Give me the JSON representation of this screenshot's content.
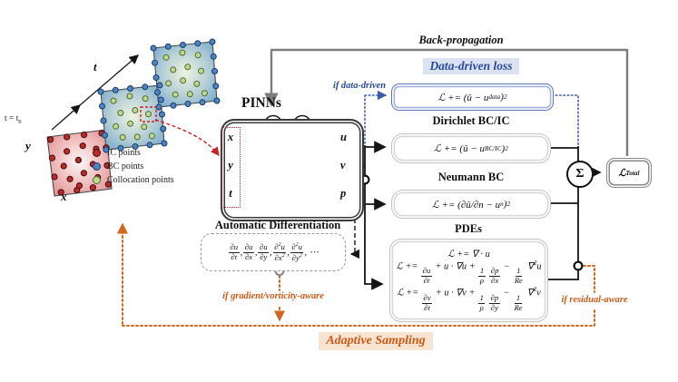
{
  "figure": {
    "back_propagation_label": "Back-propagation",
    "adaptive_sampling_label": "Adaptive Sampling",
    "conditions": {
      "data_driven": "if data-driven",
      "gradient": "if gradient/vorticity-aware",
      "residual": "if residual-aware"
    }
  },
  "sampling_domain": {
    "time_label": "t = t[0]",
    "axes": {
      "x": "x",
      "y": "y",
      "t": "t"
    },
    "legend": [
      {
        "name": "ic",
        "label": "IC points",
        "color": "#b92b2b"
      },
      {
        "name": "bc",
        "label": "BC points",
        "color": "#4d84c4"
      },
      {
        "name": "collocation",
        "label": "Collocation points",
        "color": "#bcd98e"
      }
    ]
  },
  "pinn": {
    "title": "PINNs",
    "inputs": [
      "x",
      "y",
      "t"
    ],
    "outputs": [
      "u",
      "v",
      "p"
    ]
  },
  "autodiff": {
    "title": "Automatic Differentiation",
    "derivatives": "{∂u|∂t}, {∂u|∂x}, {∂u|∂y}, {∂^2u|∂x^2}, {∂^2u|∂y^2}, ⋯"
  },
  "losses": {
    "data_driven": {
      "title": "Data-driven loss",
      "equation": "ℒ += (û − u[data])^2"
    },
    "dirichlet": {
      "title": "Dirichlet BC/IC",
      "equation": "ℒ += (û − u[BC/IC])^2"
    },
    "neumann": {
      "title": "Neumann BC",
      "equation": "ℒ += (∂û/∂n − u[n])^2"
    },
    "pdes": {
      "title": "PDEs",
      "equations": [
        "ℒ += ∇ · u",
        "ℒ += {∂u|∂t} + u · ∇u + {1|ρ} {∂p|∂x} − {1|Re} ∇^2u",
        "ℒ += {∂v|∂t} + u · ∇v + {1|ρ} {∂p|∂y} − {1|Re} ∇^2v"
      ]
    }
  },
  "aggregation": {
    "sum_symbol": "Σ",
    "total_label": "ℒ[Total]"
  },
  "colors": {
    "accent_blue": "#3b5bab",
    "accent_orange": "#d2661e",
    "backprop_gray": "#7d7d7d",
    "ic_red": "#b92b2b",
    "bc_blue": "#4d84c4",
    "collocation_green": "#bcd98e"
  }
}
